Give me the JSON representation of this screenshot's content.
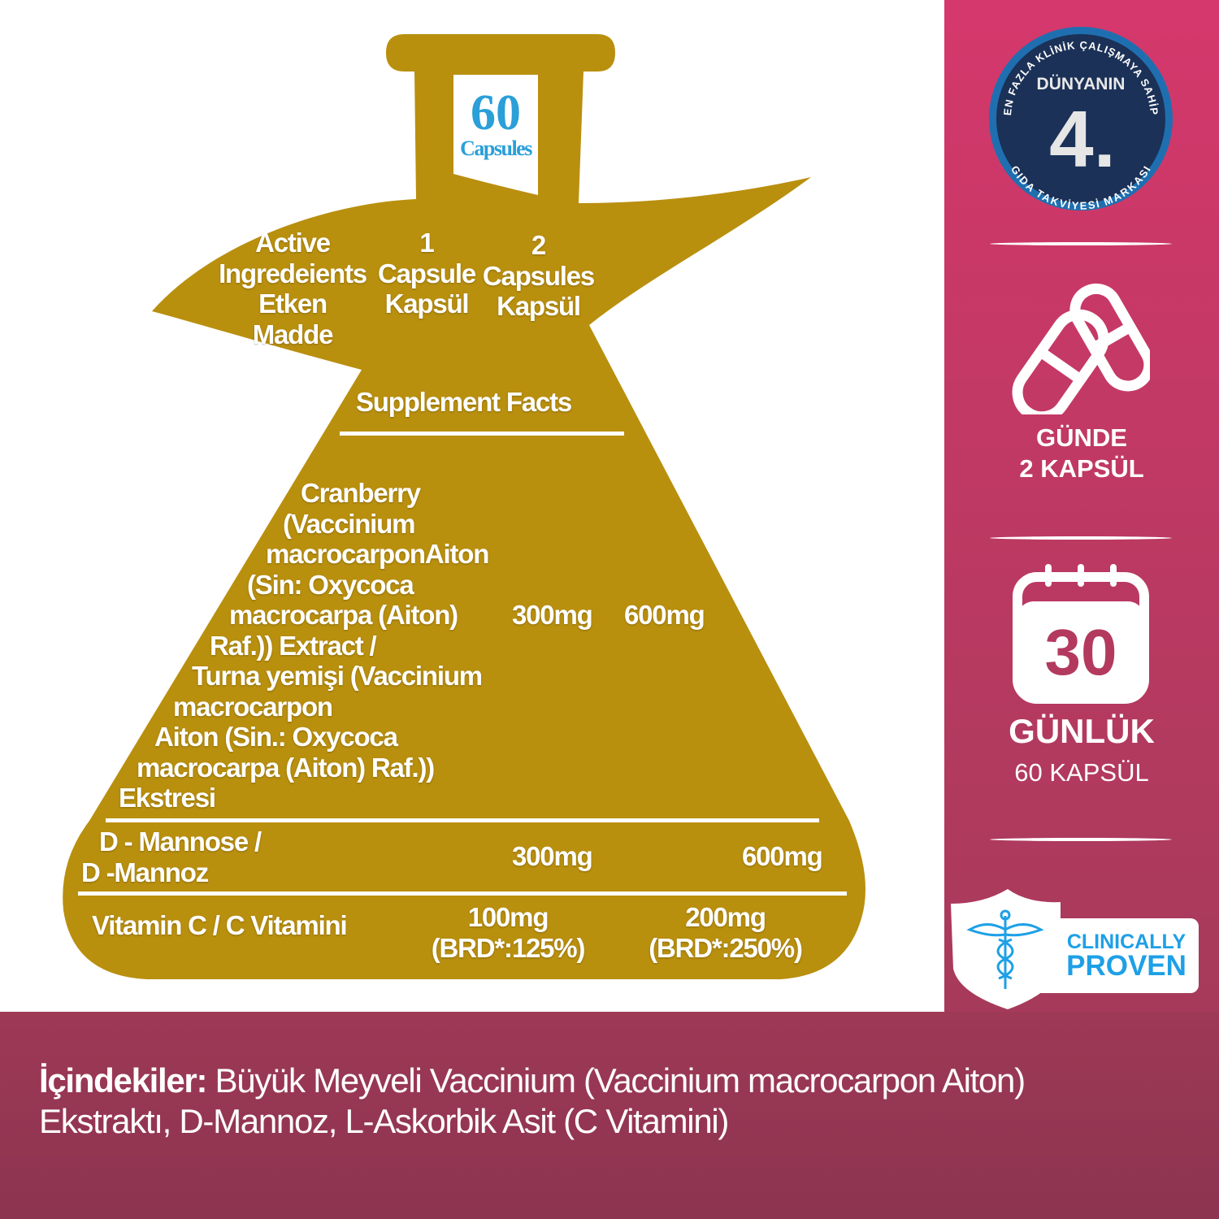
{
  "label": {
    "count": "60",
    "unit": "Capsules"
  },
  "header": {
    "col1": [
      "Active",
      "Ingredeients",
      "Etken",
      "Madde"
    ],
    "col2": [
      "1",
      "Capsule",
      "Kapsül"
    ],
    "col3": [
      "2",
      "Capsules",
      "Kapsül"
    ]
  },
  "title": "Supplement Facts",
  "rows": [
    {
      "name_lines": [
        "Cranberry",
        "(Vaccinium",
        "macrocarponAiton",
        "(Sin: Oxycoca",
        "macrocarpa (Aiton)",
        "Raf.)) Extract /",
        "Turna yemişi (Vaccinium",
        "macrocarpon",
        "Aiton (Sin.: Oxycoca",
        "macrocarpa (Aiton) Raf.))",
        "Ekstresi"
      ],
      "one": "300mg",
      "two": "600mg"
    },
    {
      "name_lines": [
        "D - Mannose /",
        "D -Mannoz"
      ],
      "one": "300mg",
      "two": "600mg"
    },
    {
      "name_lines": [
        "Vitamin C / C Vitamini"
      ],
      "one": "100mg",
      "one_sub": "(BRD*:125%)",
      "two": "200mg",
      "two_sub": "(BRD*:250%)"
    }
  ],
  "badge": {
    "top_arc": "EN FAZLA KLİNİK ÇALIŞMAYA SAHİP",
    "middle": "DÜNYANIN",
    "rank": "4.",
    "bottom_arc": "GIDA TAKVİYESİ MARKASI"
  },
  "dosage": {
    "line1": "GÜNDE",
    "line2": "2 KAPSÜL"
  },
  "duration": {
    "days": "30",
    "label": "GÜNLÜK",
    "sub": "60 KAPSÜL"
  },
  "clinical": {
    "line1": "CLINICALLY",
    "line2": "PROVEN"
  },
  "ingredients": {
    "label": "İçindekiler:",
    "text1": " Büyük Meyveli Vaccinium (Vaccinium macrocarpon Aiton)",
    "text2": "Ekstraktı, D-Mannoz, L-Askorbik Asit (C Vitamini)"
  },
  "colors": {
    "gold": "#b98f0e",
    "pink": "#d5386c",
    "maroon": "#9e3956",
    "blue": "#1ea0e6"
  }
}
